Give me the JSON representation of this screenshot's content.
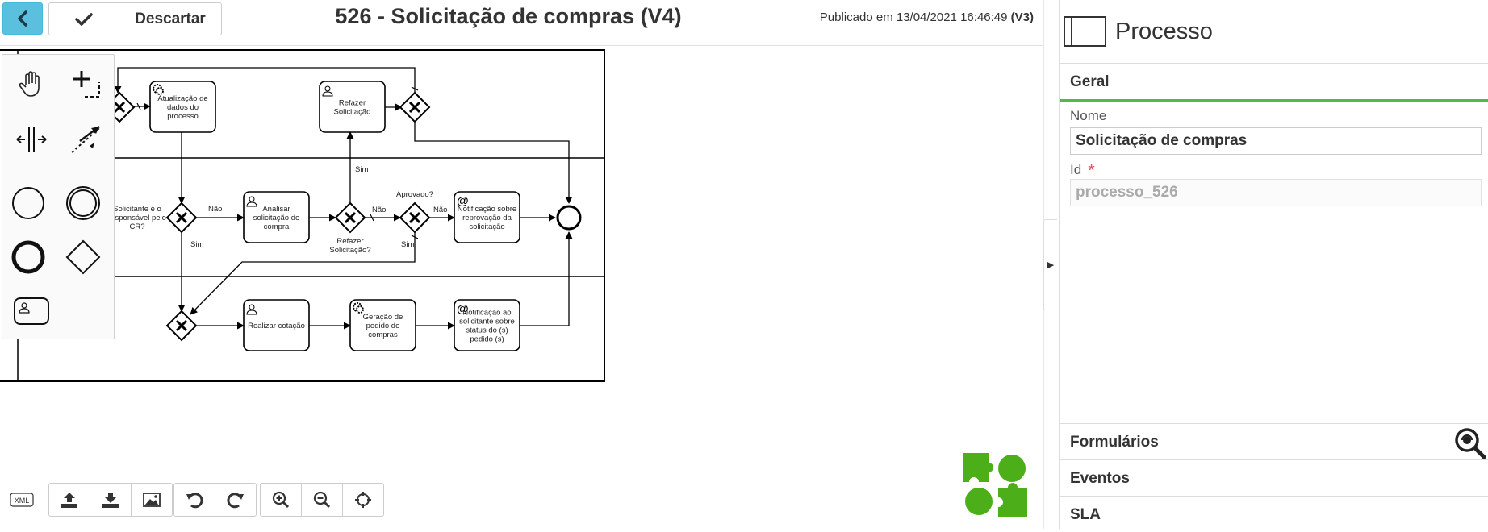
{
  "toolbar": {
    "discard_label": "Descartar",
    "title": "526 - Solicitação de compras (V4)",
    "published_prefix": "Publicado em 13/04/2021 16:46:49",
    "published_version": "(V3)"
  },
  "diagram": {
    "tasks": [
      {
        "id": "t1",
        "label": [
          "Atualização de",
          "dados do",
          "processo"
        ],
        "icon": "gear"
      },
      {
        "id": "t2",
        "label": [
          "Refazer",
          "Solicitação"
        ],
        "icon": "user"
      },
      {
        "id": "t3",
        "label": [
          "Analisar",
          "solicitação de",
          "compra"
        ],
        "icon": "user"
      },
      {
        "id": "t4",
        "label": [
          "Notificação sobre",
          "reprovação da",
          "solicitação"
        ],
        "icon": "email"
      },
      {
        "id": "t5",
        "label": [
          "Realizar cotação"
        ],
        "icon": "user"
      },
      {
        "id": "t6",
        "label": [
          "Geração de",
          "pedido de",
          "compras"
        ],
        "icon": "gear"
      },
      {
        "id": "t7",
        "label": [
          "Notificação ao",
          "solicitante sobre",
          "status do (s)",
          "pedido (s)"
        ],
        "icon": "email"
      }
    ],
    "gateway_labels": {
      "g_cr": [
        "Solicitante é o",
        "responsável pelo",
        "CR?"
      ],
      "g_refazer": [
        "Refazer",
        "Solicitação?"
      ],
      "g_aprovado": [
        "Aprovado?"
      ]
    },
    "flow_labels": {
      "nao1": "Não",
      "sim1": "Sim",
      "sim_up": "Sim",
      "nao2": "Não",
      "nao3": "Não",
      "sim2": "Sim"
    }
  },
  "palette": {
    "tools": [
      "hand-tool-icon",
      "lasso-tool-icon",
      "space-tool-icon",
      "connect-tool-icon",
      "start-event-icon",
      "intermediate-event-icon",
      "end-event-icon",
      "gateway-icon",
      "user-task-icon"
    ]
  },
  "bottom_toolbar": {
    "xml_label": "XML"
  },
  "panel": {
    "title": "Processo",
    "tab_general": "Geral",
    "name_label": "Nome",
    "name_value": "Solicitação de compras",
    "id_label": "Id",
    "id_required": "*",
    "id_value": "processo_526",
    "sections": [
      "Formulários",
      "Eventos",
      "SLA"
    ]
  },
  "colors": {
    "accent": "#5bc0de",
    "green": "#52b848",
    "logo_green": "#4caf1a",
    "required": "#d9534f"
  }
}
